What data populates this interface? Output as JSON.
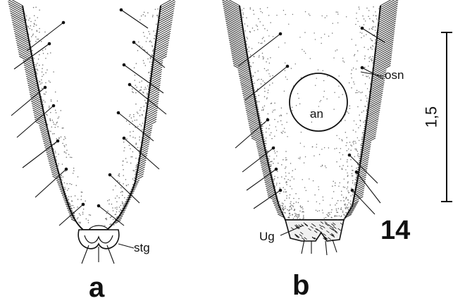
{
  "figure": {
    "number": "14",
    "panels": [
      {
        "id": "a",
        "label": "a",
        "annotations": [
          "stg"
        ]
      },
      {
        "id": "b",
        "label": "b",
        "annotations": [
          "an",
          "osn",
          "Ug"
        ]
      }
    ],
    "scale_bar": {
      "label": "1,5"
    }
  },
  "colors": {
    "ink": "#111111",
    "stipple": "#6b6b6b",
    "background": "#ffffff"
  }
}
